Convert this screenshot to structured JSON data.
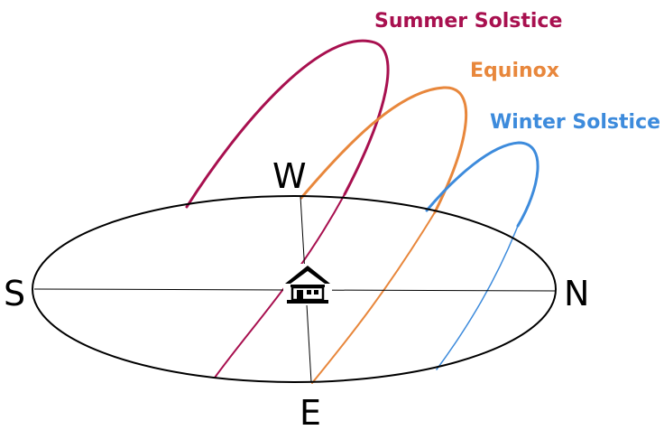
{
  "labels": {
    "summer": "Summer Solstice",
    "equinox": "Equinox",
    "winter": "Winter Solstice"
  },
  "cardinals": {
    "north": "N",
    "south": "S",
    "east": "E",
    "west": "W"
  },
  "colors": {
    "summer": "#a8104f",
    "equinox": "#e8873c",
    "winter": "#3d8bdc",
    "horizon": "#000000"
  },
  "icons": {
    "observer": "house-icon"
  }
}
